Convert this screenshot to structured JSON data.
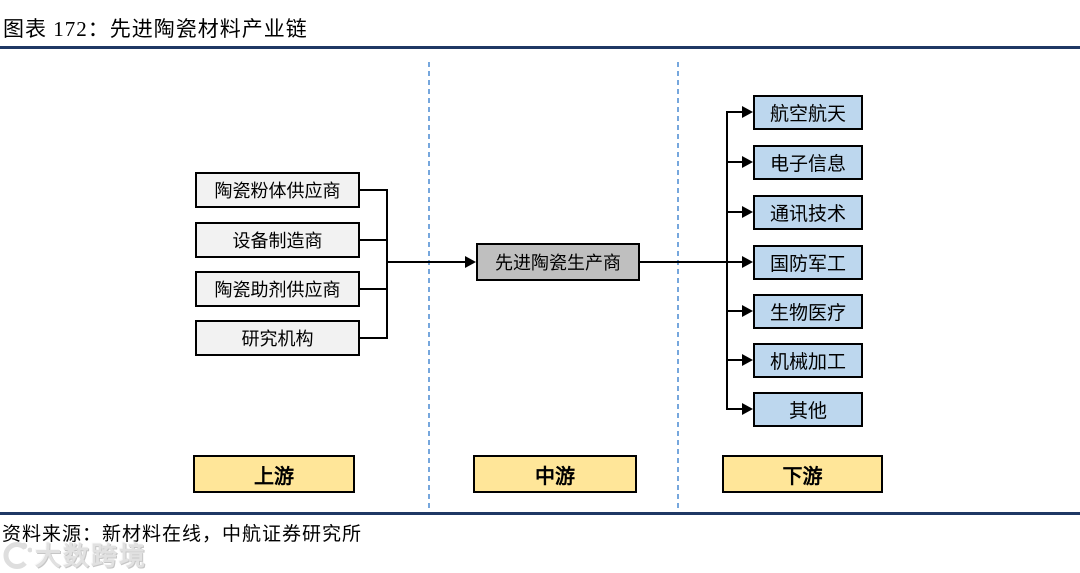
{
  "header": {
    "title": "图表 172：先进陶瓷材料产业链"
  },
  "diagram": {
    "upstream": {
      "stage_label": "上游",
      "items": [
        "陶瓷粉体供应商",
        "设备制造商",
        "陶瓷助剂供应商",
        "研究机构"
      ]
    },
    "midstream": {
      "stage_label": "中游",
      "producer": "先进陶瓷生产商"
    },
    "downstream": {
      "stage_label": "下游",
      "items": [
        "航空航天",
        "电子信息",
        "通讯技术",
        "国防军工",
        "生物医疗",
        "机械加工",
        "其他"
      ]
    },
    "colors": {
      "upstream_box": "#f2f2f2",
      "midstream_box": "#bfbfbf",
      "downstream_box": "#bdd7ee",
      "stage_box": "#ffe699",
      "rule": "#1f3864",
      "divider_dash": "#76a7dd",
      "connector": "#000000"
    }
  },
  "footer": {
    "source": "资料来源：新材料在线，中航证券研究所",
    "watermark": "大数跨境"
  }
}
